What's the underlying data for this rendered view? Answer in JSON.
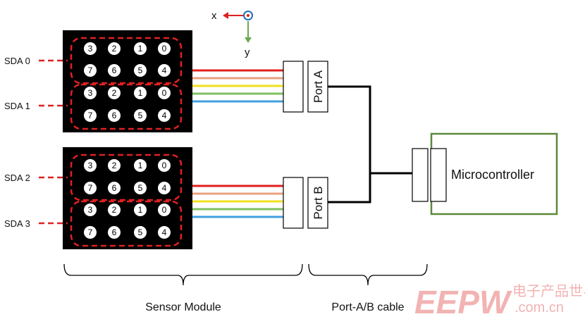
{
  "axes": {
    "x_label": "x",
    "y_label": "y"
  },
  "sda_labels": [
    "SDA 0",
    "SDA 1",
    "SDA 2",
    "SDA 3"
  ],
  "sensor_rows": {
    "top": [
      "3",
      "2",
      "1",
      "0"
    ],
    "bottom": [
      "7",
      "6",
      "5",
      "4"
    ]
  },
  "ports": {
    "a": "Port A",
    "b": "Port B"
  },
  "microcontroller": "Microcontroller",
  "brackets": {
    "sensor_module": "Sensor Module",
    "cable": "Port-A/B cable"
  },
  "watermark": {
    "logo": "EEPW",
    "cn": "电子产品世界",
    "site": ".com.cn"
  },
  "colors": {
    "module": "#000000",
    "dash": "#e02020",
    "microcontroller_border": "#5a8a3a",
    "axis_x": "#e02020",
    "axis_y": "#6aa84f",
    "axis_origin": "#1f6fb5",
    "wires": [
      "#e02020",
      "#e8a080",
      "#f0e020",
      "#7fc060",
      "#40a0e0"
    ]
  }
}
